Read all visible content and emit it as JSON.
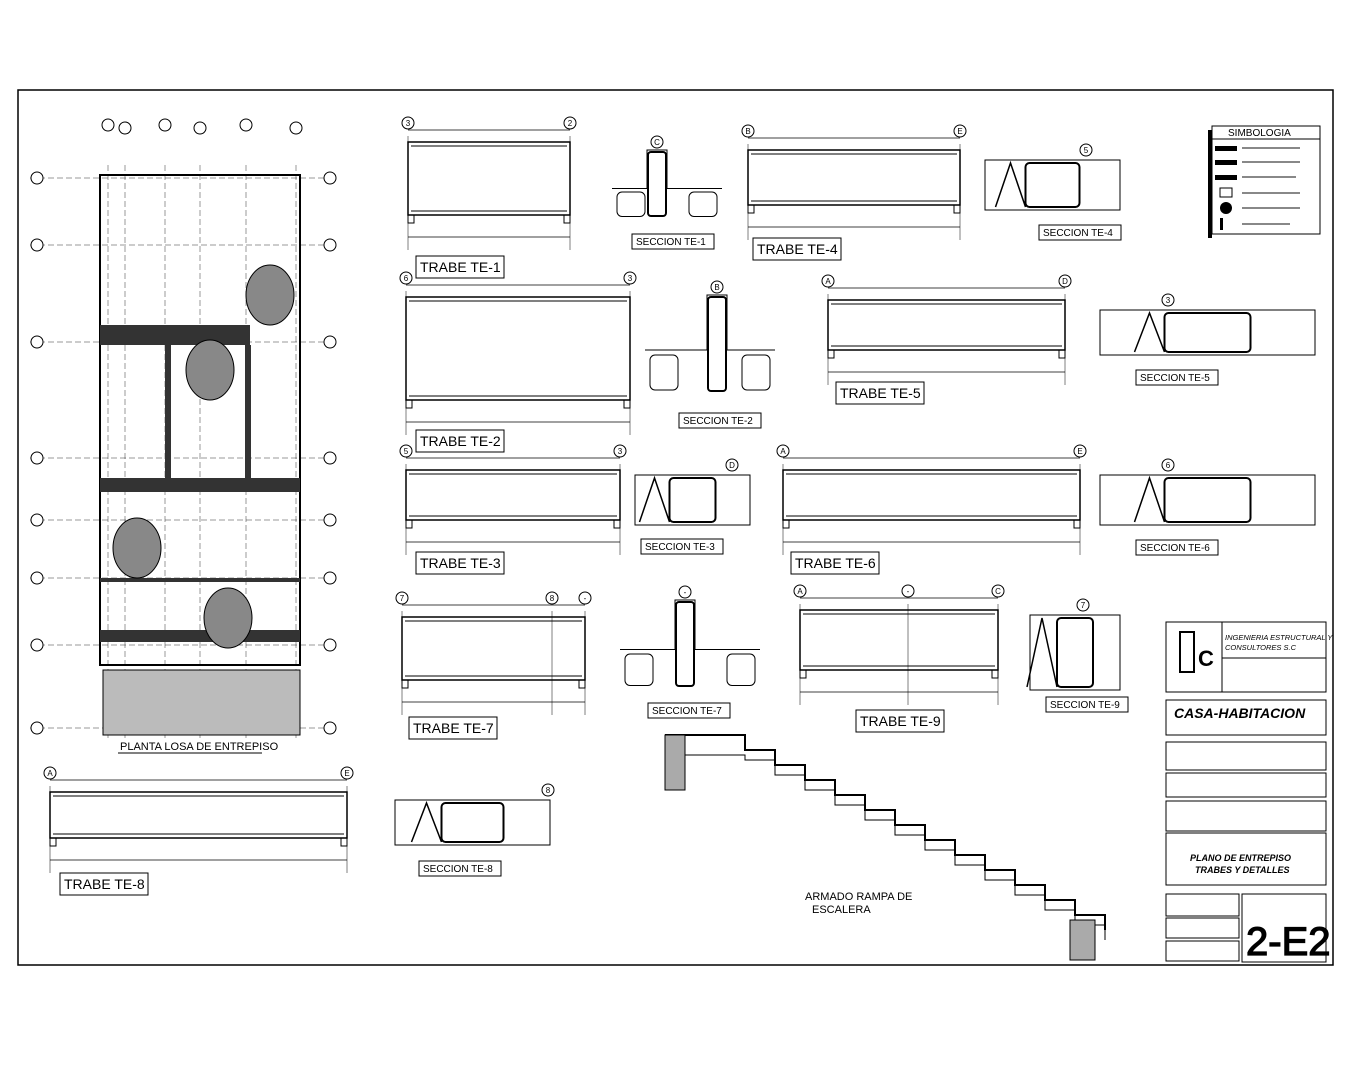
{
  "plan": {
    "title": "PLANTA LOSA DE ENTREPISO"
  },
  "beams": [
    {
      "label": "TRABE TE-1",
      "axes": [
        "3",
        "2"
      ]
    },
    {
      "label": "TRABE TE-4",
      "axes": [
        "B",
        "E"
      ]
    },
    {
      "label": "TRABE TE-2",
      "axes": [
        "6",
        "3"
      ]
    },
    {
      "label": "TRABE TE-5",
      "axes": [
        "A",
        "D"
      ]
    },
    {
      "label": "TRABE TE-3",
      "axes": [
        "5",
        "3"
      ]
    },
    {
      "label": "TRABE TE-6",
      "axes": [
        "A",
        "E"
      ]
    },
    {
      "label": "TRABE TE-7",
      "axes": [
        "7",
        "8",
        "-"
      ]
    },
    {
      "label": "TRABE TE-9",
      "axes": [
        "A",
        "-",
        "C"
      ]
    },
    {
      "label": "TRABE TE-8",
      "axes": [
        "A",
        "E"
      ]
    }
  ],
  "sections": [
    {
      "label": "SECCION TE-1",
      "axis": "C"
    },
    {
      "label": "SECCION TE-4",
      "axis": "5"
    },
    {
      "label": "SECCION TE-2",
      "axis": "B"
    },
    {
      "label": "SECCION TE-5",
      "axis": "3"
    },
    {
      "label": "SECCION TE-3",
      "axis": "D"
    },
    {
      "label": "SECCION TE-6",
      "axis": "6"
    },
    {
      "label": "SECCION TE-7",
      "axis": "-"
    },
    {
      "label": "SECCION TE-9",
      "axis": "7"
    },
    {
      "label": "SECCION TE-8",
      "axis": "8"
    }
  ],
  "stair": {
    "title_1": "ARMADO RAMPA DE",
    "title_2": "ESCALERA"
  },
  "legend": {
    "title": "SIMBOLOGIA"
  },
  "title_block": {
    "company_1": "INGENIERIA ESTRUCTURAL Y",
    "company_2": "CONSULTORES S.C",
    "project": "CASA-HABITACION",
    "drawing_1": "PLANO DE ENTREPISO",
    "drawing_2": "TRABES Y DETALLES",
    "sheet": "2-E2"
  }
}
